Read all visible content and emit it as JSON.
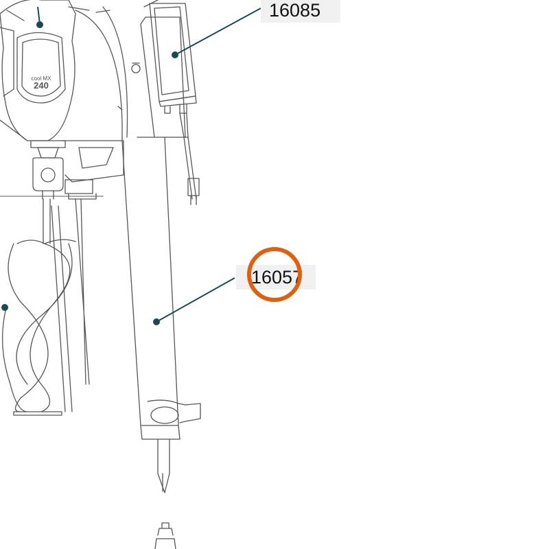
{
  "diagram": {
    "callouts": [
      {
        "part_number": "16085"
      },
      {
        "part_number": "16057"
      }
    ],
    "product_badge": {
      "line1": "cool MX",
      "line2": "240"
    },
    "highlight": {
      "color": "#e06010",
      "target": "callout-2"
    },
    "colors": {
      "line": "#555555",
      "leader": "#1a4a50",
      "label_bg": "#f0f0f0"
    }
  }
}
